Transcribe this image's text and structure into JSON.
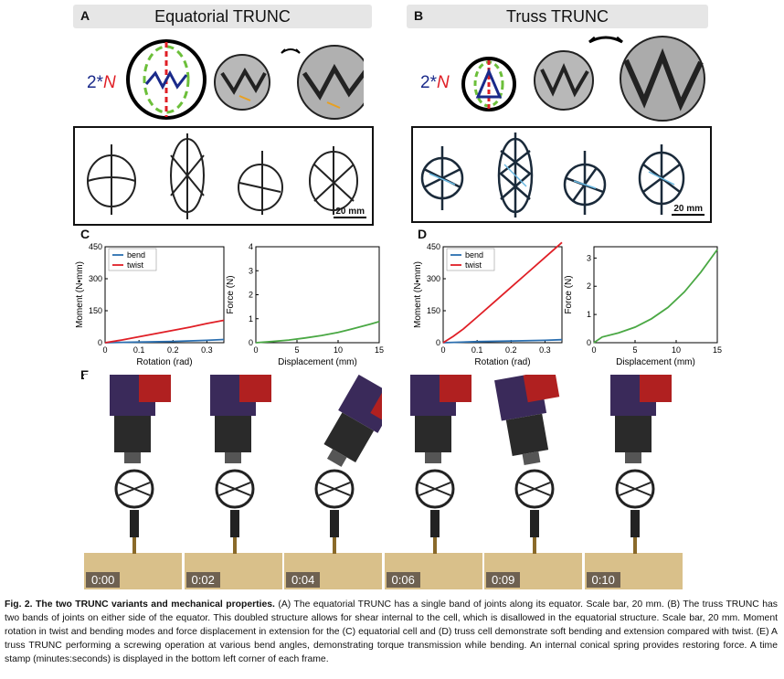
{
  "panelA": {
    "label": "A",
    "title": "Equatorial TRUNC",
    "formula_coef": "2*",
    "formula_var": "N",
    "scale": "20 mm"
  },
  "panelB": {
    "label": "B",
    "title": "Truss TRUNC",
    "formula_coef": "2*",
    "formula_var": "N",
    "scale": "20 mm"
  },
  "panelC": {
    "label": "C"
  },
  "panelD": {
    "label": "D"
  },
  "panelE": {
    "label": "E",
    "timestamps": [
      "0:00",
      "0:02",
      "0:04",
      "0:06",
      "0:09",
      "0:10"
    ]
  },
  "colors": {
    "bend": "#2b6fb0",
    "twist": "#e01f26",
    "force": "#4aa844"
  },
  "chart_data": [
    {
      "id": "C-moment",
      "type": "line",
      "xlabel": "Rotation (rad)",
      "ylabel": "Moment (N•mm)",
      "xlim": [
        0,
        0.35
      ],
      "ylim": [
        0,
        450
      ],
      "xticks": [
        0,
        0.1,
        0.2,
        0.3
      ],
      "yticks": [
        0,
        150,
        300,
        450
      ],
      "legend": "top-left",
      "series": [
        {
          "name": "bend",
          "x": [
            0,
            0.1,
            0.2,
            0.3,
            0.35
          ],
          "y": [
            0,
            3,
            6,
            11,
            15
          ]
        },
        {
          "name": "twist",
          "x": [
            0,
            0.05,
            0.1,
            0.15,
            0.2,
            0.25,
            0.3,
            0.35
          ],
          "y": [
            0,
            13,
            28,
            43,
            58,
            73,
            90,
            105
          ]
        }
      ]
    },
    {
      "id": "C-force",
      "type": "line",
      "xlabel": "Displacement (mm)",
      "ylabel": "Force (N)",
      "xlim": [
        0,
        15
      ],
      "ylim": [
        0,
        4
      ],
      "xticks": [
        0,
        5,
        10,
        15
      ],
      "yticks": [
        0,
        1,
        2,
        3,
        4
      ],
      "series": [
        {
          "name": "extension",
          "x": [
            0,
            2,
            4,
            6,
            8,
            10,
            12,
            14,
            15
          ],
          "y": [
            0,
            0.05,
            0.11,
            0.2,
            0.3,
            0.43,
            0.6,
            0.78,
            0.88
          ]
        }
      ]
    },
    {
      "id": "D-moment",
      "type": "line",
      "xlabel": "Rotation (rad)",
      "ylabel": "Moment (N•mm)",
      "xlim": [
        0,
        0.35
      ],
      "ylim": [
        0,
        450
      ],
      "xticks": [
        0,
        0.1,
        0.2,
        0.3
      ],
      "yticks": [
        0,
        150,
        300,
        450
      ],
      "legend": "top-left",
      "series": [
        {
          "name": "bend",
          "x": [
            0,
            0.1,
            0.2,
            0.3,
            0.35
          ],
          "y": [
            0,
            5,
            8,
            11,
            14
          ]
        },
        {
          "name": "twist",
          "x": [
            0,
            0.03,
            0.06,
            0.1,
            0.15,
            0.2,
            0.25,
            0.3,
            0.35
          ],
          "y": [
            0,
            30,
            65,
            120,
            190,
            260,
            330,
            400,
            470
          ]
        }
      ]
    },
    {
      "id": "D-force",
      "type": "line",
      "xlabel": "Displacement (mm)",
      "ylabel": "Force (N)",
      "xlim": [
        0,
        15
      ],
      "ylim": [
        0,
        3.4
      ],
      "xticks": [
        0,
        5,
        10,
        15
      ],
      "yticks": [
        0,
        1,
        2,
        3
      ],
      "series": [
        {
          "name": "extension",
          "x": [
            0,
            1,
            3,
            5,
            7,
            9,
            11,
            13,
            15
          ],
          "y": [
            0,
            0.2,
            0.35,
            0.55,
            0.85,
            1.25,
            1.8,
            2.5,
            3.3
          ]
        }
      ]
    }
  ],
  "caption": {
    "bold": "Fig. 2. The two TRUNC variants and mechanical properties.",
    "text": "(A) The equatorial TRUNC has a single band of joints along its equator. Scale bar, 20 mm. (B) The truss TRUNC has two bands of joints on either side of the equator. This doubled structure allows for shear internal to the cell, which is disallowed in the equatorial structure. Scale bar, 20 mm. Moment rotation in twist and bending modes and force displacement in extension for the (C) equatorial cell and (D) truss cell demonstrate soft bending and extension compared with twist. (E) A truss TRUNC performing a screwing operation at various bend angles, demonstrating torque transmission while bending. An internal conical spring provides restoring force. A time stamp (minutes:seconds) is displayed in the bottom left corner of each frame."
  }
}
